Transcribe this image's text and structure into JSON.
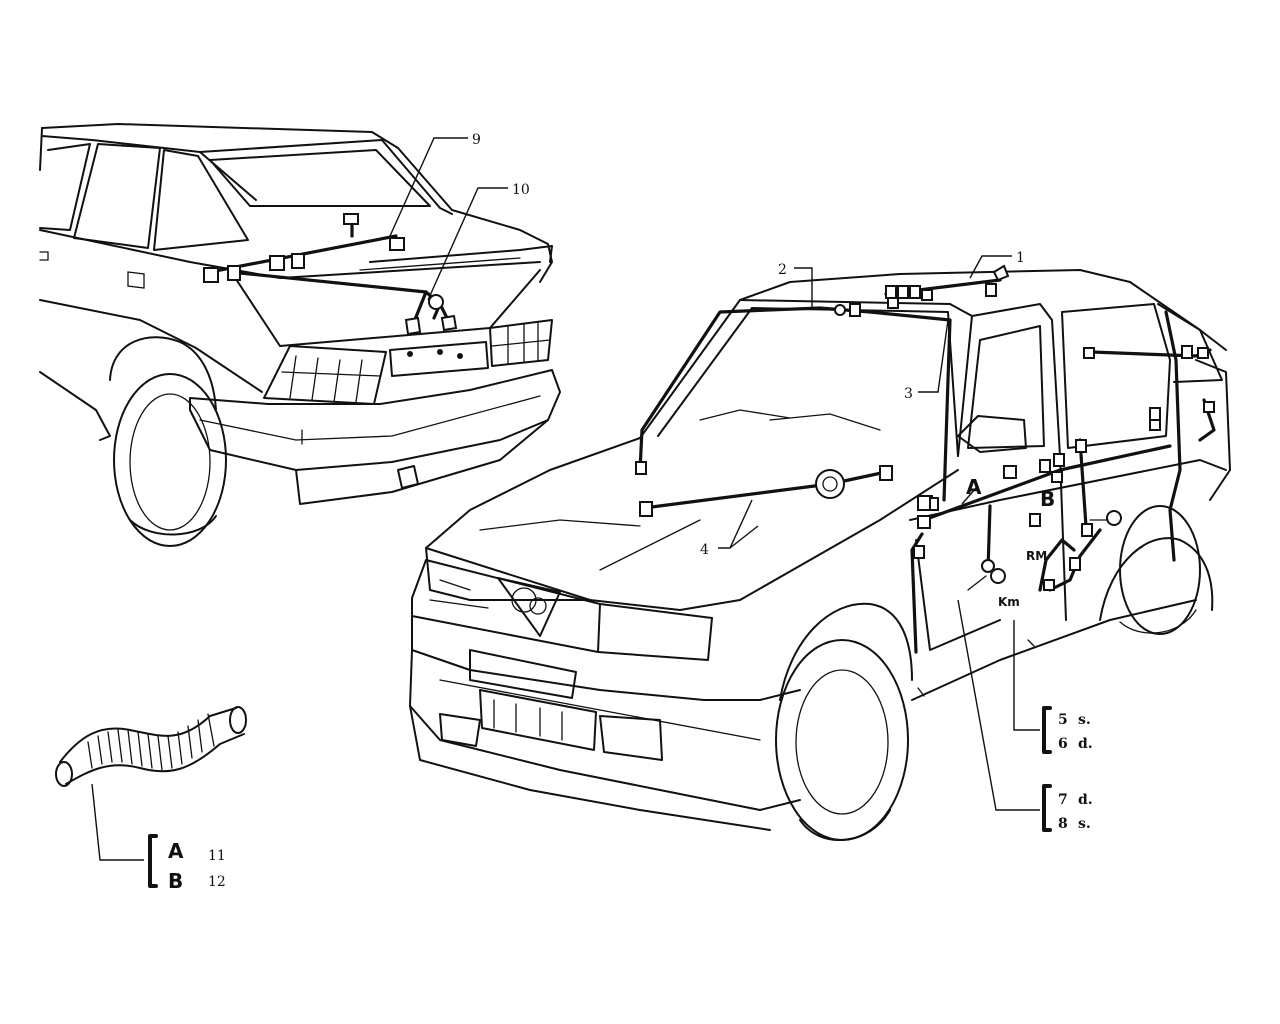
{
  "diagram": {
    "rear_car_callouts": [
      {
        "id": "label-9",
        "text": "9"
      },
      {
        "id": "label-10",
        "text": "10"
      }
    ],
    "front_car_callouts": [
      {
        "id": "label-1",
        "text": "1"
      },
      {
        "id": "label-2",
        "text": "2"
      },
      {
        "id": "label-3",
        "text": "3"
      },
      {
        "id": "label-4",
        "text": "4"
      }
    ],
    "door_markers": {
      "a": "A",
      "b": "B",
      "rm": "RM",
      "km": "Km"
    },
    "side_variants": [
      {
        "number": "5",
        "side": "s."
      },
      {
        "number": "6",
        "side": "d."
      },
      {
        "number": "7",
        "side": "d."
      },
      {
        "number": "8",
        "side": "s."
      }
    ],
    "sheath_variants": [
      {
        "letter": "A",
        "number": "11"
      },
      {
        "letter": "B",
        "number": "12"
      }
    ]
  }
}
